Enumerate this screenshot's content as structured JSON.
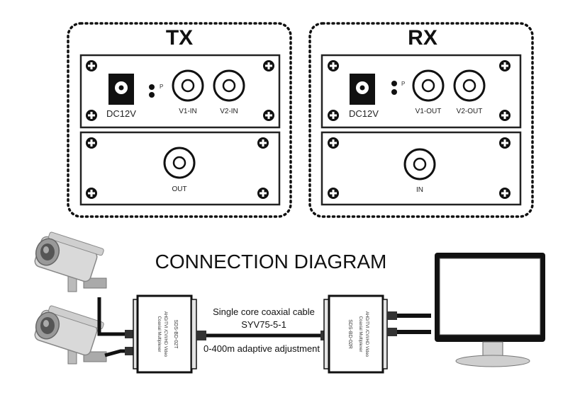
{
  "tx_panel": {
    "title": "TX",
    "power_label": "DC12V",
    "power_led_label": "P",
    "input1_label": "V1-IN",
    "input2_label": "V2-IN",
    "output_label": "OUT"
  },
  "rx_panel": {
    "title": "RX",
    "power_label": "DC12V",
    "power_led_label": "P",
    "output1_label": "V1-OUT",
    "output2_label": "V2-OUT",
    "input_label": "IN"
  },
  "connection": {
    "heading": "CONNECTION DIAGRAM",
    "cable_line1": "Single core coaxial cable",
    "cable_line2": "SYV75-5-1",
    "distance_note": "0-400m adaptive adjustment"
  },
  "devices": {
    "tx_box_model": "SDS-BD-02T",
    "tx_box_text1": "AHD/TVI /CVI/HD Video",
    "tx_box_text2": "Coaxial Multiplexer",
    "rx_box_model": "SDS-BD-02R",
    "rx_box_text1": "AHD/TVI /CVI/HD Video",
    "rx_box_text2": "Coaxial Multiplexer"
  },
  "colors": {
    "line": "#111111",
    "panel_border": "#222222"
  }
}
